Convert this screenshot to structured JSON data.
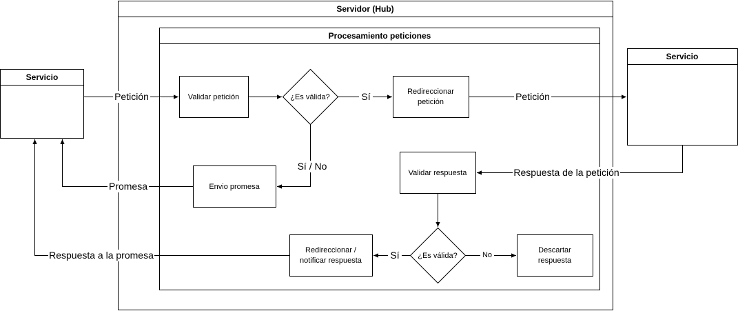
{
  "containers": {
    "hub_title": "Servidor (Hub)",
    "processing_title": "Procesamiento peticiones"
  },
  "services": {
    "left_title": "Servicio",
    "right_title": "Servicio"
  },
  "nodes": {
    "validate_request": "Validar petición",
    "decision_request": "¿Es válida?",
    "redirect_request_line1": "Redireccionar",
    "redirect_request_line2": "petición",
    "send_promise": "Envio promesa",
    "validate_response": "Validar respuesta",
    "decision_response": "¿Es válida?",
    "redirect_response_line1": "Redireccionar /",
    "redirect_response_line2": "notificar respuesta",
    "discard_response_line1": "Descartar",
    "discard_response_line2": "respuesta"
  },
  "edges": {
    "request_in": "Petición",
    "yes_request": "Sí",
    "request_out": "Petición",
    "yes_no": "Sí / No",
    "promise": "Promesa",
    "response_of_request": "Respuesta de la petición",
    "yes_response": "Sí",
    "no_response": "No",
    "response_to_promise": "Respuesta a la promesa"
  },
  "colors": {
    "stroke": "#000000",
    "fill": "#ffffff",
    "text": "#000000"
  }
}
